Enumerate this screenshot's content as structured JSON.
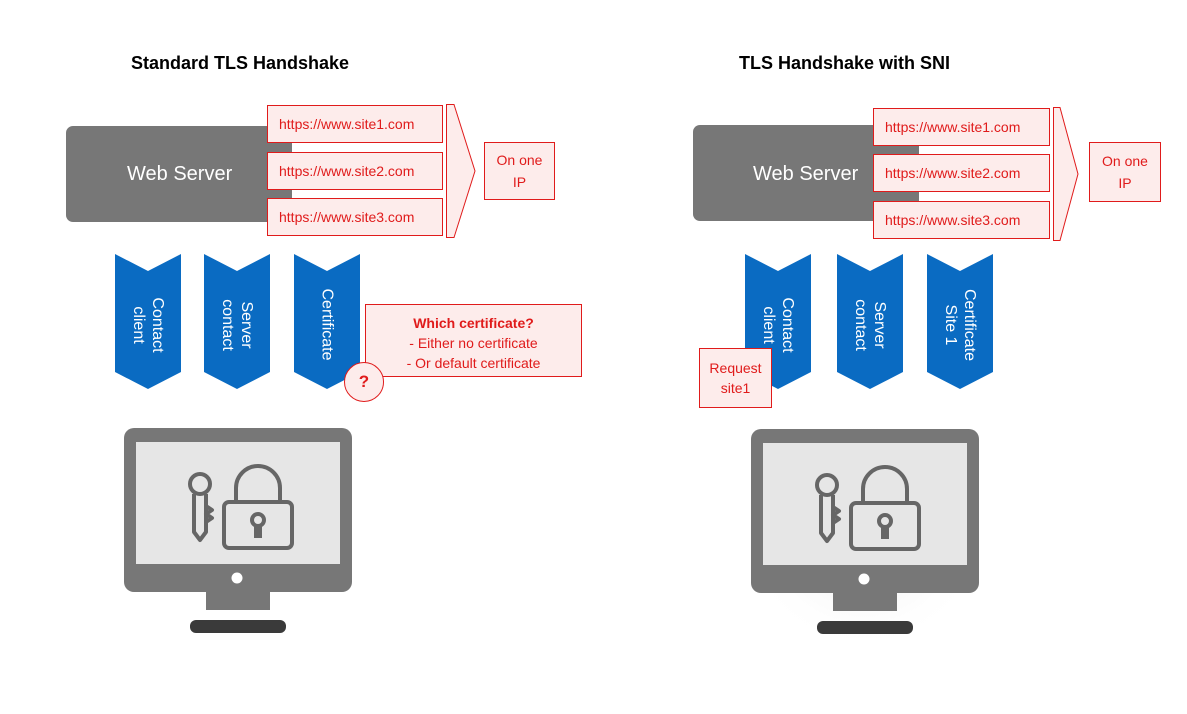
{
  "left": {
    "title": "Standard TLS Handshake",
    "server_label": "Web Server",
    "sites": [
      "https://www.site1.com",
      "https://www.site2.com",
      "https://www.site3.com"
    ],
    "ip_label_line1": "On one",
    "ip_label_line2": "IP",
    "arrows": [
      {
        "line1": "Contact",
        "line2": "client"
      },
      {
        "line1": "Server",
        "line2": "contact"
      },
      {
        "line1": "Certificate",
        "line2": ""
      }
    ],
    "note": {
      "heading": "Which certificate?",
      "line1": "- Either no certificate",
      "line2": "- Or default certificate"
    },
    "question_mark": "?"
  },
  "right": {
    "title": "TLS Handshake with SNI",
    "server_label": "Web Server",
    "sites": [
      "https://www.site1.com",
      "https://www.site2.com",
      "https://www.site3.com"
    ],
    "ip_label_line1": "On one",
    "ip_label_line2": "IP",
    "arrows": [
      {
        "line1": "Contact",
        "line2": "client"
      },
      {
        "line1": "Server",
        "line2": "contact"
      },
      {
        "line1": "Certificate",
        "line2": "Site 1"
      }
    ],
    "request_note": {
      "line1": "Request",
      "line2": "site1"
    }
  },
  "colors": {
    "arrow_blue": "#0a6bc2",
    "server_gray": "#777777",
    "accent_red": "#e01b1b",
    "note_fill": "#fdeceb"
  },
  "icons": [
    "key-icon",
    "padlock-icon",
    "monitor-icon"
  ]
}
